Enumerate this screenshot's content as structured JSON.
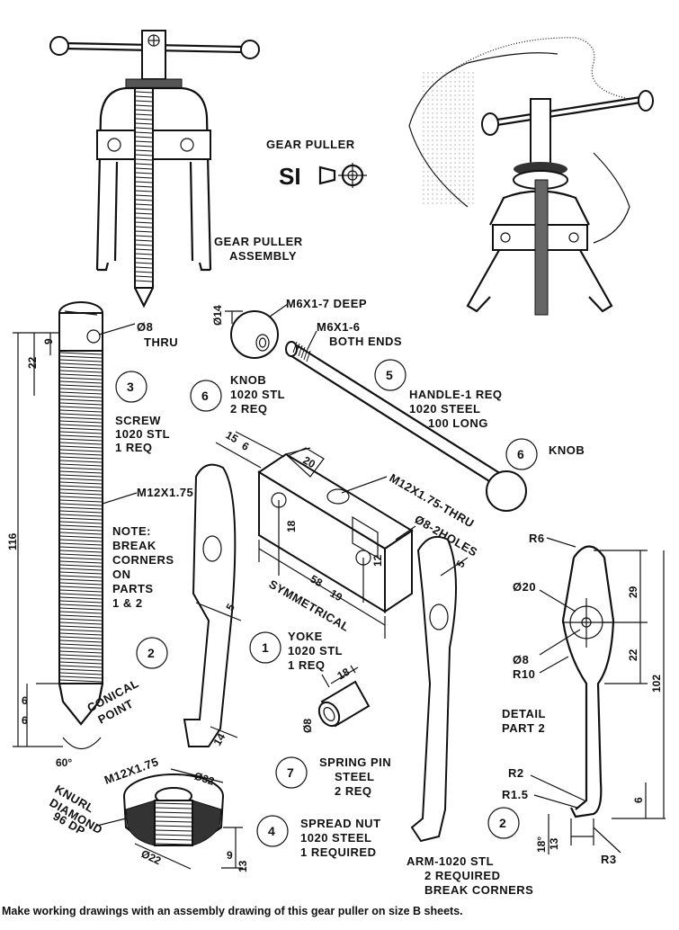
{
  "title": {
    "line1": "GEAR PULLER",
    "code": "SI"
  },
  "assembly": {
    "label1": "GEAR PULLER",
    "label2": "ASSEMBLY"
  },
  "screw": {
    "bubble": "3",
    "name": "SCREW",
    "material": "1020 STL",
    "qty": "1 REQ",
    "hole1": "Ø8",
    "hole2": "THRU",
    "thread": "M12X1.75",
    "point1": "CONICAL",
    "point2": "POINT",
    "d9": "9",
    "d22": "22",
    "d116": "116",
    "d6a": "6",
    "d6b": "6",
    "angle": "60°"
  },
  "knob": {
    "bubble": "6",
    "name": "KNOB",
    "material": "1020 STL",
    "qty": "2 REQ",
    "dia": "Ø14",
    "tap": "M6X1-7 DEEP"
  },
  "handle": {
    "bubble": "5",
    "name": "HANDLE-1 REQ",
    "material": "1020 STEEL",
    "length": "100 LONG",
    "thread1": "M6X1-6",
    "thread2": "BOTH ENDS",
    "knob_bubble": "6",
    "knob_label": "KNOB"
  },
  "note": {
    "l1": "NOTE:",
    "l2": "BREAK",
    "l3": "CORNERS",
    "l4": "ON",
    "l5": "PARTS",
    "l6": "1 & 2"
  },
  "yoke": {
    "bubble": "1",
    "name": "YOKE",
    "material": "1020 STL",
    "qty": "1 REQ",
    "thread1": "M12X1.75-THRU",
    "holes": "Ø8-2HOLES",
    "sym": "SYMMETRICAL",
    "d15": "15",
    "d6": "6",
    "d20": "20",
    "d18": "18",
    "d58": "58",
    "d19": "19",
    "d12": "12",
    "d5": "5"
  },
  "arm": {
    "bubble_left": "2",
    "bubble_right": "2",
    "d5": "5",
    "d14": "14",
    "line1": "ARM-1020 STL",
    "line2": "2 REQUIRED",
    "line3": "BREAK CORNERS"
  },
  "detail": {
    "title1": "DETAIL",
    "title2": "PART 2",
    "r6": "R6",
    "d20": "Ø20",
    "d8": "Ø8",
    "r10": "R10",
    "d29": "29",
    "d22": "22",
    "d102": "102",
    "r2": "R2",
    "r15": "R1.5",
    "d6": "6",
    "d13": "13",
    "r3": "R3",
    "ang": "18°"
  },
  "pin": {
    "bubble": "7",
    "name": "SPRING PIN",
    "material": "STEEL",
    "qty": "2 REQ",
    "d18": "18",
    "d8": "Ø8"
  },
  "nut": {
    "bubble": "4",
    "name": "SPREAD NUT",
    "material": "1020 STEEL",
    "qty": "1 REQUIRED",
    "thread": "M12X1.75",
    "knurl1": "KNURL",
    "knurl2": "DIAMOND",
    "knurl3": "96 DP",
    "d32": "Ø32",
    "d22": "Ø22",
    "d9": "9",
    "d13": "13"
  },
  "caption": "Make working drawings with an assembly drawing of this gear puller on size B sheets."
}
